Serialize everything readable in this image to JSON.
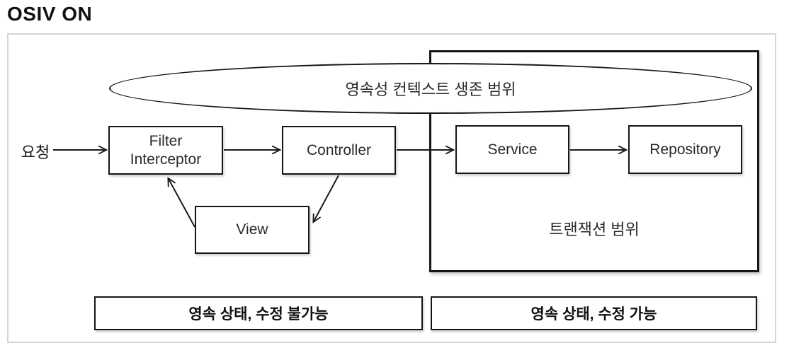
{
  "title": "OSIV ON",
  "diagram": {
    "persistence_scope_label": "영속성 컨텍스트 생존 범위",
    "request_label": "요청",
    "nodes": {
      "filter_line1": "Filter",
      "filter_line2": "Interceptor",
      "controller": "Controller",
      "service": "Service",
      "repository": "Repository",
      "view": "View"
    },
    "transaction_scope_label": "트랜잭션 범위",
    "legend": {
      "left": "영속 상태, 수정 불가능",
      "right": "영속 상태, 수정 가능"
    }
  },
  "colors": {
    "line": "#1a1a1a",
    "box_border": "#161616",
    "outer_border": "#d6d6d6",
    "background": "#ffffff",
    "text": "#1f1f1f"
  }
}
